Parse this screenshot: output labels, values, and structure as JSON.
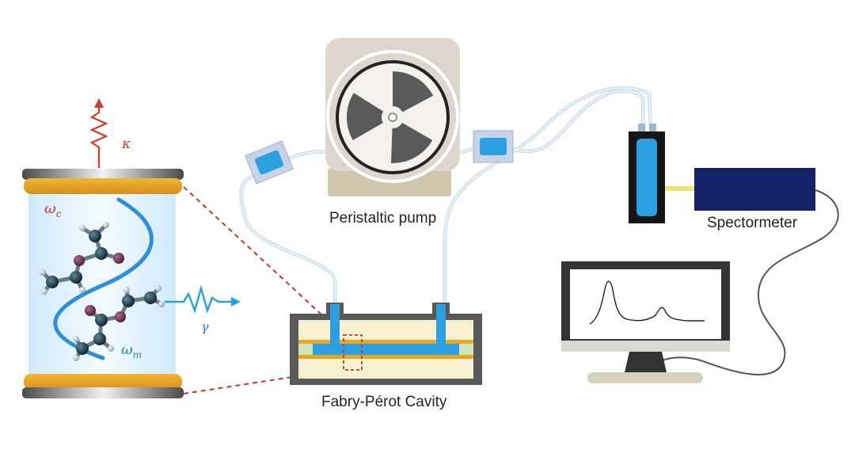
{
  "labels": {
    "pump": "Peristaltic pump",
    "spectrometer": "Spectormeter",
    "cavity": "Fabry-Pérot Cavity"
  },
  "symbols": {
    "kappa": "κ",
    "gamma": "γ",
    "omega_c_base": "ω",
    "omega_c_sub": "c",
    "omega_m_base": "ω",
    "omega_m_sub": "m"
  },
  "colors": {
    "mirror_gold": "#e8a628",
    "mirror_metal": "#6f6f6f",
    "field_wave": "#2f8fd6",
    "kappa_arrow": "#d23a2a",
    "gamma_arrow": "#2aa0d8",
    "tubing": "#b9d6e6",
    "flow_blue": "#2b9fe0",
    "pump_body": "#ddd6cf",
    "pump_base": "#cfc6ad",
    "spectrometer": "#15226a",
    "link_dashes": "#c0392b",
    "monitor_frame": "#333333"
  },
  "icons": {
    "cavity_closeup": "molecules-in-cavity-icon",
    "pump": "peristaltic-pump-icon",
    "flow_cell": "flow-cell-icon",
    "spectrometer": "spectrometer-icon",
    "computer": "computer-monitor-icon"
  }
}
